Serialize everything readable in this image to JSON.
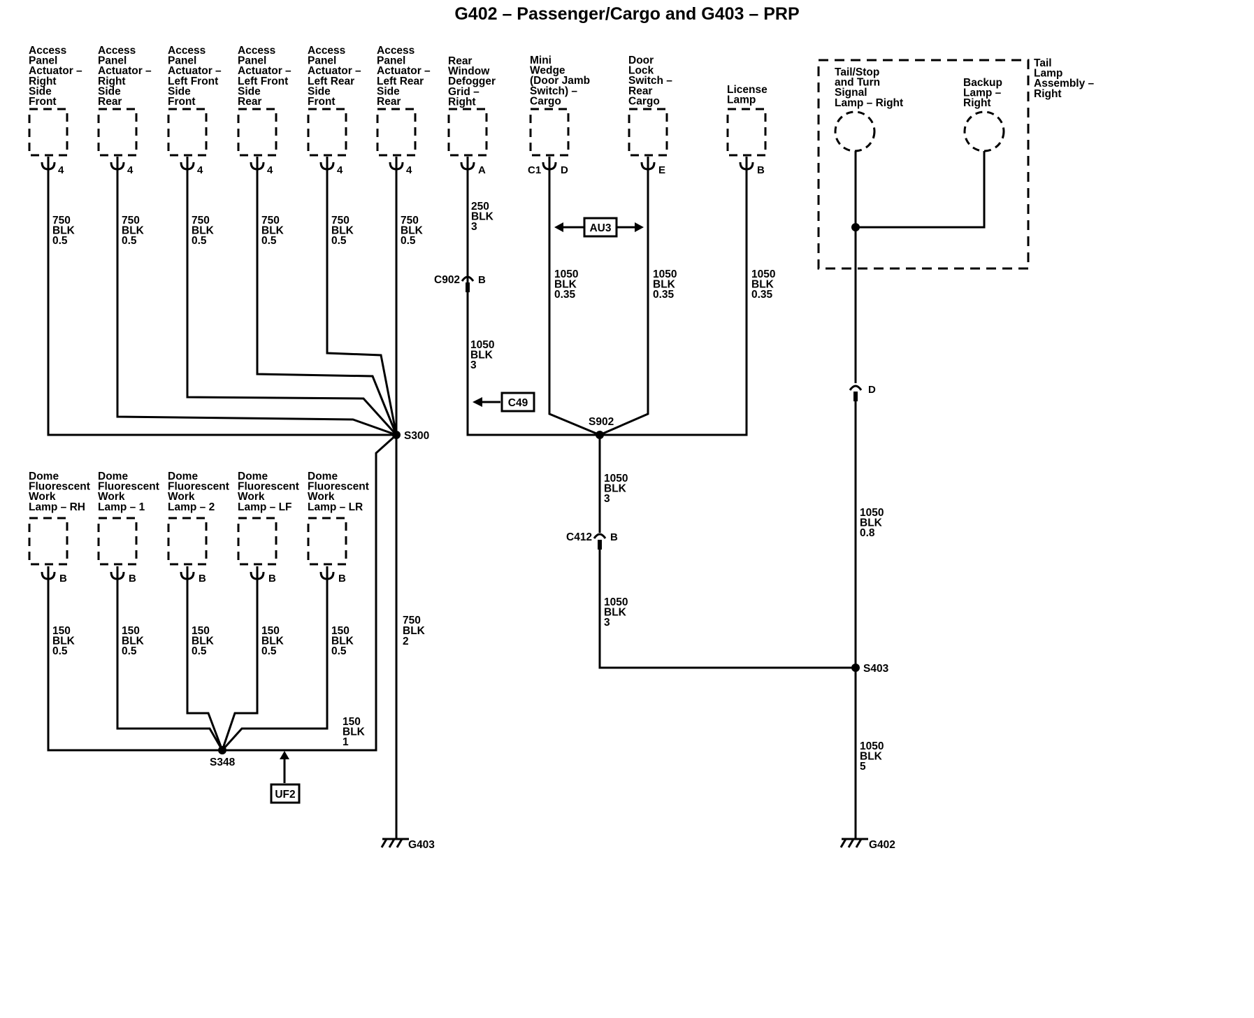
{
  "title": "G402 – Passenger/Cargo and G403 – PRP",
  "components": [
    {
      "id": "c1",
      "lines": [
        "Access",
        "Panel",
        "Actuator –",
        "Right",
        "Side",
        "Front"
      ],
      "pin": "4",
      "wire": [
        "750",
        "BLK",
        "0.5"
      ]
    },
    {
      "id": "c2",
      "lines": [
        "Access",
        "Panel",
        "Actuator –",
        "Right",
        "Side",
        "Rear"
      ],
      "pin": "4",
      "wire": [
        "750",
        "BLK",
        "0.5"
      ]
    },
    {
      "id": "c3",
      "lines": [
        "Access",
        "Panel",
        "Actuator –",
        "Left Front",
        "Side",
        "Front"
      ],
      "pin": "4",
      "wire": [
        "750",
        "BLK",
        "0.5"
      ]
    },
    {
      "id": "c4",
      "lines": [
        "Access",
        "Panel",
        "Actuator –",
        "Left Front",
        "Side",
        "Rear"
      ],
      "pin": "4",
      "wire": [
        "750",
        "BLK",
        "0.5"
      ]
    },
    {
      "id": "c5",
      "lines": [
        "Access",
        "Panel",
        "Actuator –",
        "Left Rear",
        "Side",
        "Front"
      ],
      "pin": "4",
      "wire": [
        "750",
        "BLK",
        "0.5"
      ]
    },
    {
      "id": "c6",
      "lines": [
        "Access",
        "Panel",
        "Actuator –",
        "Left Rear",
        "Side",
        "Rear"
      ],
      "pin": "4",
      "wire": [
        "750",
        "BLK",
        "0.5"
      ]
    },
    {
      "id": "c7",
      "lines": [
        "Rear",
        "Window",
        "Defogger",
        "Grid –",
        "Right"
      ],
      "pin": "A",
      "wire": [
        "250",
        "BLK",
        "3"
      ]
    },
    {
      "id": "c8",
      "lines": [
        "Mini",
        "Wedge",
        "(Door Jamb",
        "Switch) –",
        "Cargo"
      ],
      "pin": "D",
      "conn": "C1",
      "wire": [
        "1050",
        "BLK",
        "0.35"
      ]
    },
    {
      "id": "c9",
      "lines": [
        "Door",
        "Lock",
        "Switch –",
        "Rear",
        "Cargo"
      ],
      "pin": "E",
      "wire": [
        "1050",
        "BLK",
        "0.35"
      ]
    },
    {
      "id": "c10",
      "lines": [
        "License",
        "Lamp"
      ],
      "pin": "B",
      "wire": [
        "1050",
        "BLK",
        "0.35"
      ]
    },
    {
      "id": "d1",
      "lines": [
        "Dome",
        "Fluorescent",
        "Work",
        "Lamp – RH"
      ],
      "pin": "B",
      "wire": [
        "150",
        "BLK",
        "0.5"
      ]
    },
    {
      "id": "d2",
      "lines": [
        "Dome",
        "Fluorescent",
        "Work",
        "Lamp – 1"
      ],
      "pin": "B",
      "wire": [
        "150",
        "BLK",
        "0.5"
      ]
    },
    {
      "id": "d3",
      "lines": [
        "Dome",
        "Fluorescent",
        "Work",
        "Lamp – 2"
      ],
      "pin": "B",
      "wire": [
        "150",
        "BLK",
        "0.5"
      ]
    },
    {
      "id": "d4",
      "lines": [
        "Dome",
        "Fluorescent",
        "Work",
        "Lamp – LF"
      ],
      "pin": "B",
      "wire": [
        "150",
        "BLK",
        "0.5"
      ]
    },
    {
      "id": "d5",
      "lines": [
        "Dome",
        "Fluorescent",
        "Work",
        "Lamp – LR"
      ],
      "pin": "B",
      "wire": [
        "150",
        "BLK",
        "0.5"
      ]
    }
  ],
  "tail_lamp": {
    "assembly_lines": [
      "Tail",
      "Lamp",
      "Assembly –",
      "Right"
    ],
    "lamp1_lines": [
      "Tail/Stop",
      "and Turn",
      "Signal",
      "Lamp – Right"
    ],
    "lamp2_lines": [
      "Backup",
      "Lamp –",
      "Right"
    ]
  },
  "wires": {
    "defogger_lower": [
      "1050",
      "BLK",
      "3"
    ],
    "s300_to_g403": [
      "750",
      "BLK",
      "2"
    ],
    "s348_to_s300": [
      "150",
      "BLK",
      "1"
    ],
    "s902_to_c412": [
      "1050",
      "BLK",
      "3"
    ],
    "c412_to_s403": [
      "1050",
      "BLK",
      "3"
    ],
    "tail_to_s403": [
      "1050",
      "BLK",
      "0.8"
    ],
    "s403_to_g402": [
      "1050",
      "BLK",
      "5"
    ]
  },
  "connectors": {
    "c902": "C902",
    "c902_pin": "B",
    "c412": "C412",
    "c412_pin": "B",
    "tail_pin": "D"
  },
  "splices": {
    "s300": "S300",
    "s348": "S348",
    "s902": "S902",
    "s403": "S403"
  },
  "grounds": {
    "g403": "G403",
    "g402": "G402"
  },
  "refs": {
    "au3": "AU3",
    "c49": "C49",
    "uf2": "UF2"
  }
}
